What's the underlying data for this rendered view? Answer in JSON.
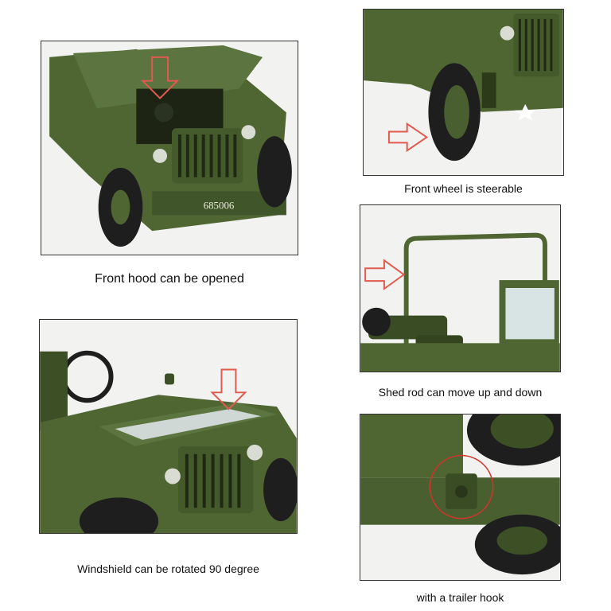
{
  "captions": {
    "front_hood": "Front hood can be opened",
    "front_wheel": "Front wheel is steerable",
    "shed_rod": "Shed rod can move up and down",
    "windshield": "Windshield can be rotated 90 degree",
    "trailer_hook": "with a trailer hook"
  },
  "plate_text": "685006",
  "colors": {
    "body_green": "#4f6633",
    "dark_green": "#34441f",
    "arrow_red": "#e05a4f",
    "tire": "#1e1e1e"
  }
}
